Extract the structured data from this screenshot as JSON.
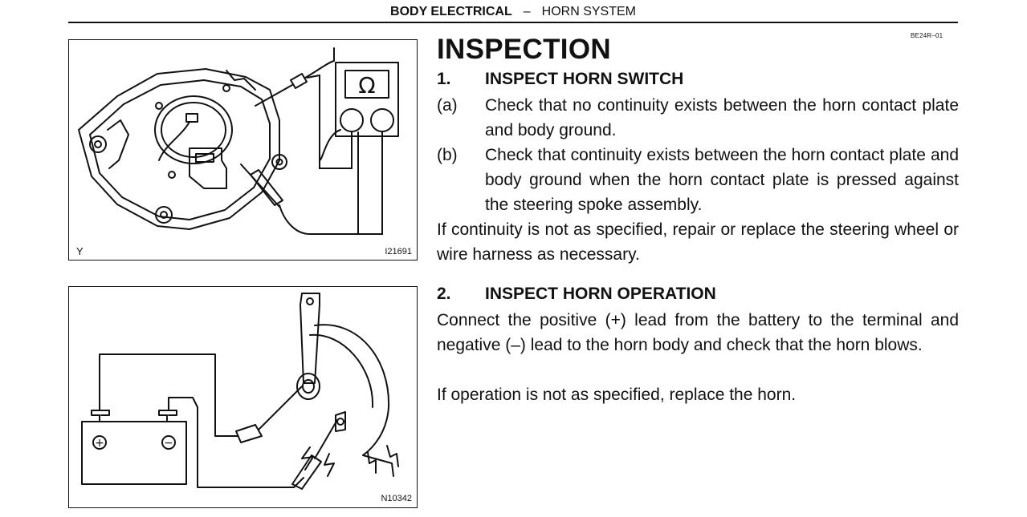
{
  "header": {
    "section": "BODY ELECTRICAL",
    "separator": "–",
    "topic": "HORN SYSTEM"
  },
  "doc_code": "BE24R–01",
  "title": "INSPECTION",
  "step1": {
    "number": "1.",
    "heading": "INSPECT HORN SWITCH",
    "items": [
      {
        "label": "(a)",
        "text": "Check that no continuity exists between the horn contact plate and body ground."
      },
      {
        "label": "(b)",
        "text": "Check that continuity exists between the horn contact plate and body ground when the horn contact plate is pressed against the steering spoke assembly."
      }
    ],
    "note": "If continuity is not as specified, repair or replace the steering wheel or wire harness as necessary."
  },
  "step2": {
    "number": "2.",
    "heading": "INSPECT HORN OPERATION",
    "instruction": "Connect the positive (+) lead from the battery to the terminal and negative (–) lead to the horn body and check that the horn blows.",
    "note": "If operation is not as specified, replace the horn."
  },
  "figure1": {
    "id": "I21691",
    "corner_mark": "Y",
    "meter_symbol": "Ω"
  },
  "figure2": {
    "id": "N10342",
    "plus_symbol": "+",
    "minus_symbol": "−"
  }
}
